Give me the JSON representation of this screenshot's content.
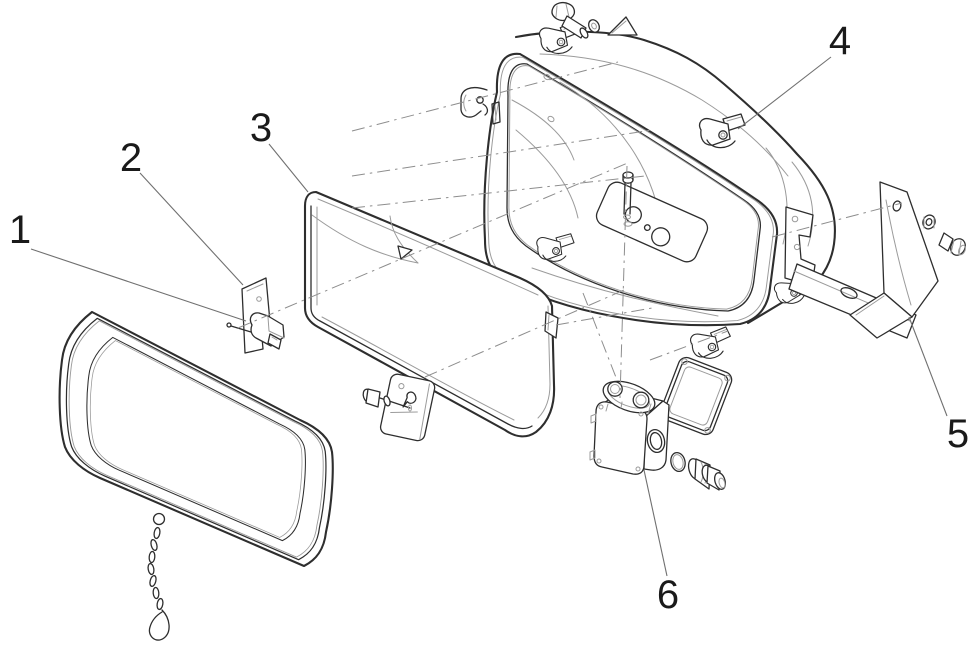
{
  "figure": {
    "type": "exploded-parts-line-drawing",
    "background": "#ffffff",
    "colors": {
      "primary_line": "#2e2e2e",
      "secondary_line": "#9b9b9b",
      "leader_line": "#707070",
      "center_line": "#8d8d8d",
      "label_text": "#1a1a1a"
    },
    "callouts": [
      {
        "label": "1",
        "part": "seal-ring-with-retaining-chain"
      },
      {
        "label": "2",
        "part": "latch-keeper-clip"
      },
      {
        "label": "3",
        "part": "lens-bezel-hood"
      },
      {
        "label": "4",
        "part": "toggle-latch"
      },
      {
        "label": "5",
        "part": "mounting-bracket-with-bolt"
      },
      {
        "label": "6",
        "part": "junction-box-with-gasket-o-ring-and-cable-gland"
      }
    ]
  }
}
